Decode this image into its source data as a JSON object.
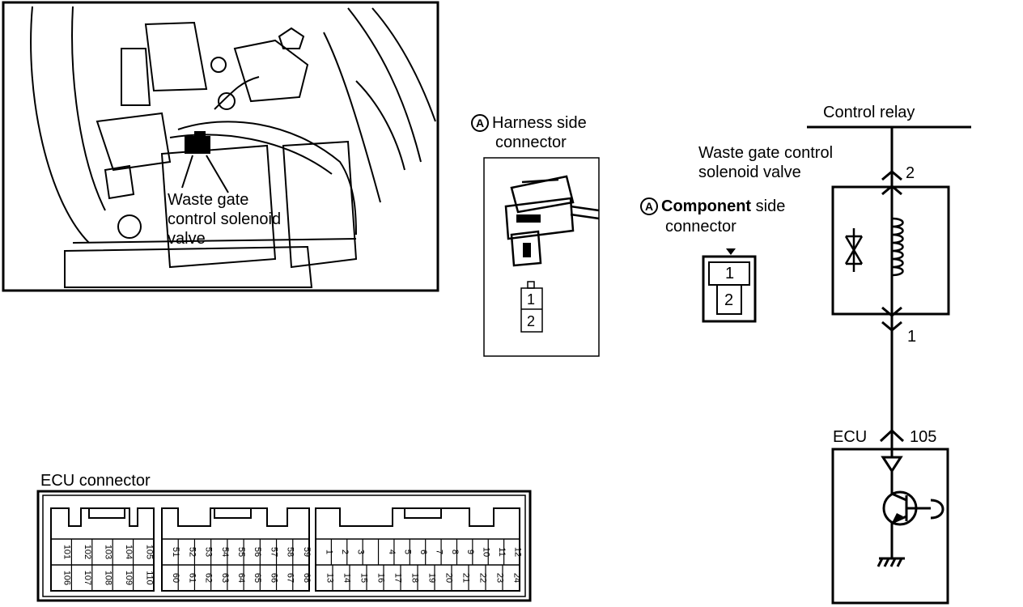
{
  "photo": {
    "callout": [
      "Waste gate",
      "control solenoid",
      "valve"
    ]
  },
  "harness": {
    "marker": "A",
    "title_line1": "Harness side",
    "title_line2": "connector",
    "pins": [
      "1",
      "2"
    ]
  },
  "component": {
    "marker": "A",
    "title_bold": "Component",
    "title_rest": " side",
    "title_line2": "connector",
    "pins": [
      "1",
      "2"
    ]
  },
  "circuit": {
    "relay_label": "Control relay",
    "valve_label_line1": "Waste gate control",
    "valve_label_line2": "solenoid valve",
    "pin_top": "2",
    "pin_bottom": "1",
    "ecu_label": "ECU",
    "ecu_pin": "105"
  },
  "ecu_connector": {
    "title": "ECU connector",
    "block1": {
      "top": [
        "101",
        "102",
        "103",
        "104",
        "105"
      ],
      "bottom": [
        "106",
        "107",
        "108",
        "109",
        "110"
      ]
    },
    "block2": {
      "top": [
        "51",
        "52",
        "53",
        "54",
        "55",
        "56",
        "57",
        "58",
        "59"
      ],
      "bottom": [
        "60",
        "61",
        "62",
        "63",
        "64",
        "65",
        "66",
        "67",
        "68"
      ]
    },
    "block3": {
      "top": [
        "1",
        "2",
        "3",
        "",
        "4",
        "5",
        "6",
        "7",
        "8",
        "9",
        "10",
        "11",
        "12"
      ],
      "bottom": [
        "13",
        "14",
        "15",
        "16",
        "17",
        "18",
        "19",
        "20",
        "21",
        "22",
        "23",
        "24"
      ]
    }
  }
}
